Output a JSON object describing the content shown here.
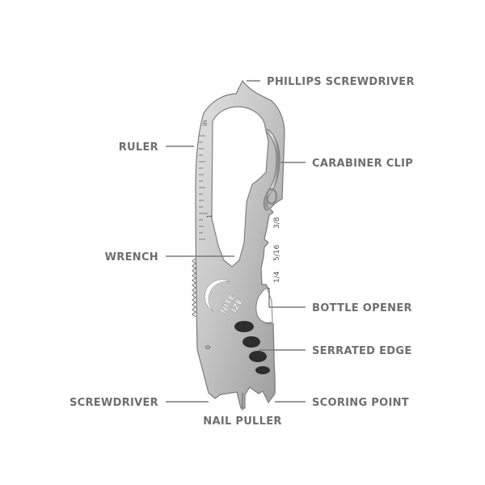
{
  "colors": {
    "background": "#ffffff",
    "metal_light": "#d2d2d2",
    "metal_dark": "#8e8e8e",
    "label_text": "#6e6e6e",
    "leader_line": "#7a7a7a"
  },
  "callouts": {
    "phillips_screwdriver": "PHILLIPS SCREWDRIVER",
    "ruler": "RULER",
    "carabiner_clip": "CARABINER CLIP",
    "wrench": "WRENCH",
    "bottle_opener": "BOTTLE OPENER",
    "serrated_edge": "SERRATED EDGE",
    "screwdriver": "SCREWDRIVER",
    "scoring_point": "SCORING POINT",
    "nail_puller": "NAIL PULLER"
  },
  "engraving": {
    "brand_line1": "NITE",
    "brand_line2": "IZE",
    "ruler_unit": "in",
    "ruler_mark_one": "1",
    "ruler_mark_zero": "0",
    "wrench_sizes": [
      "1/4",
      "5/16",
      "3/8"
    ]
  }
}
